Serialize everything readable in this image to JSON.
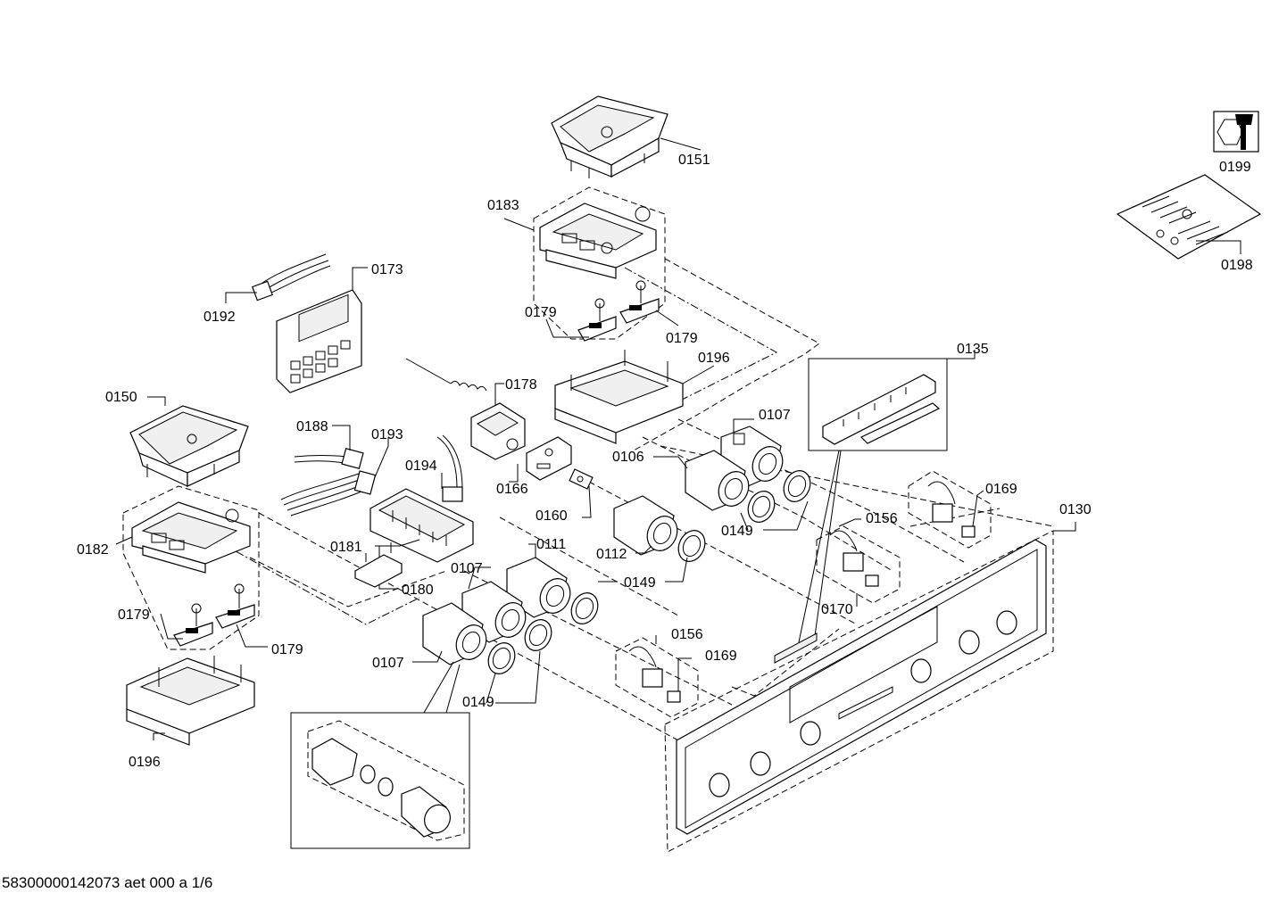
{
  "footer": "58300000142073 aet 000 a 1/6",
  "labels": {
    "l0151": "0151",
    "l0199": "0199",
    "l0198": "0198",
    "l0183": "0183",
    "l0173": "0173",
    "l0192": "0192",
    "l0179a": "0179",
    "l0179b": "0179",
    "l0196a": "0196",
    "l0135": "0135",
    "l0178": "0178",
    "l0150": "0150",
    "l0188": "0188",
    "l0193": "0193",
    "l0194": "0194",
    "l0107a": "0107",
    "l0106": "0106",
    "l0166": "0166",
    "l0169a": "0169",
    "l0160": "0160",
    "l0156a": "0156",
    "l0130": "0130",
    "l0182": "0182",
    "l0149a": "0149",
    "l0111": "0111",
    "l0112": "0112",
    "l0181": "0181",
    "l0107b": "0107",
    "l0149b": "0149",
    "l0180": "0180",
    "l0170": "0170",
    "l0179c": "0179",
    "l0179d": "0179",
    "l0156b": "0156",
    "l0107c": "0107",
    "l0169b": "0169",
    "l0149c": "0149",
    "l0196b": "0196"
  }
}
